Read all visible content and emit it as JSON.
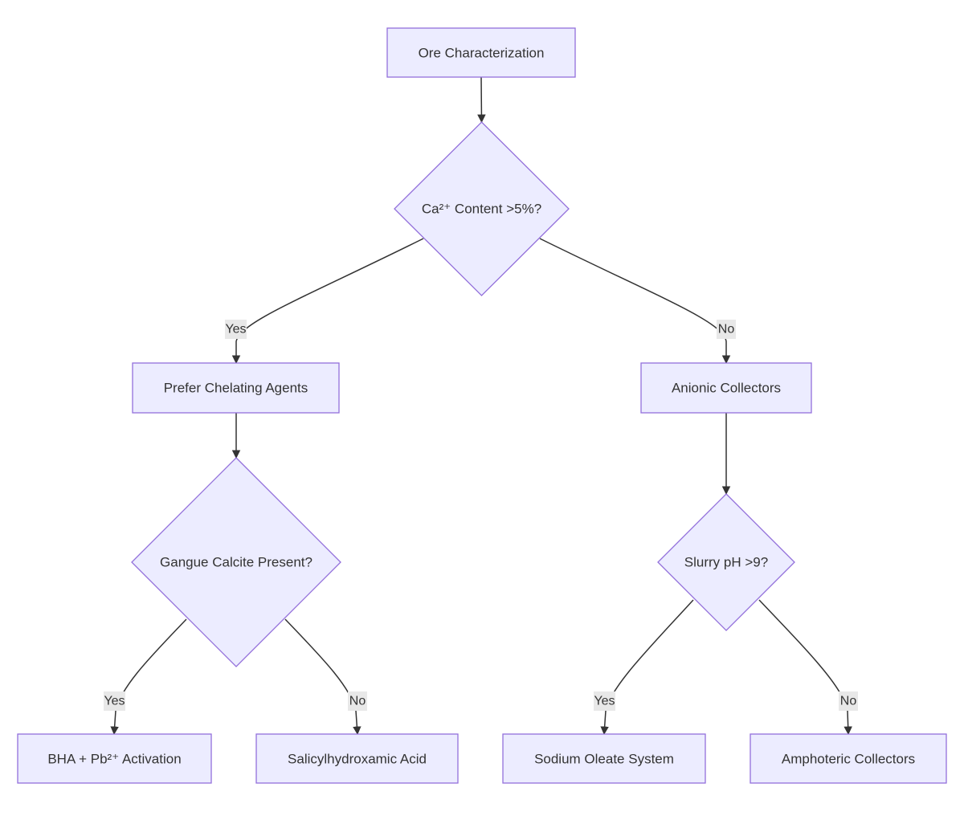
{
  "diagram": {
    "nodes": {
      "ore": "Ore Characterization",
      "ca": "Ca²⁺ Content >5%?",
      "chelating": "Prefer Chelating Agents",
      "anionic": "Anionic Collectors",
      "gangue": "Gangue Calcite Present?",
      "ph": "Slurry pH >9?",
      "bha": "BHA + Pb²⁺ Activation",
      "salicyl": "Salicylhydroxamic Acid",
      "oleate": "Sodium Oleate System",
      "amphoteric": "Amphoteric Collectors"
    },
    "edge_labels": {
      "ca_yes": "Yes",
      "ca_no": "No",
      "gangue_yes": "Yes",
      "gangue_no": "No",
      "ph_yes": "Yes",
      "ph_no": "No"
    },
    "colors": {
      "node_fill": "#ececff",
      "node_stroke": "#9370db",
      "edge": "#333333",
      "label_bg": "#e8e8e8"
    }
  }
}
